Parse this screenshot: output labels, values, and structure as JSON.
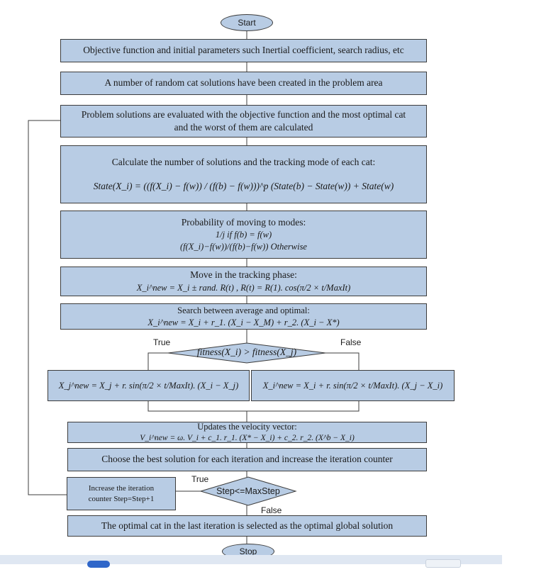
{
  "start": "Start",
  "stop": "Stop",
  "boxes": {
    "init": "Objective function and initial parameters such Inertial coefficient, search radius, etc",
    "random": "A number of random cat solutions have been created in the problem area",
    "evaluate_line1": "Problem solutions are evaluated with the objective function and the most optimal cat",
    "evaluate_line2": "and the worst of them are calculated",
    "calc_title": "Calculate the number of solutions and the tracking mode of each cat:",
    "calc_formula": "State(X_i) = ((f(X_i) − f(w)) / (f(b) − f(w)))^p (State(b) − State(w)) + State(w)",
    "prob_label": "Probability of moving to modes:",
    "prob_formula_case1": "1/j   if f(b) = f(w)",
    "prob_formula_case2": "(f(X_i)−f(w))/(f(b)−f(w))   Otherwise",
    "move_label": "Move in the tracking phase:",
    "move_formula": "X_i^new = X_i ± rand. R(t) , R(t) = R(1). cos(π/2 × t/MaxIt)",
    "search_label": "Search between average and optimal:",
    "search_formula": "X_i^new = X_i + r_1. (X_i − X_M) + r_2. (X_i − X*)",
    "left_update": "X_j^new = X_j + r. sin(π/2 × t/MaxIt). (X_i − X_j)",
    "right_update": "X_i^new = X_i + r. sin(π/2 × t/MaxIt). (X_j − X_i)",
    "velocity_label": "Updates the velocity vector:",
    "velocity_formula": "V_i^new = ω. V_i + c_1. r_1. (X* − X_i) + c_2. r_2. (X^b − X_i)",
    "choose": "Choose the best solution for each iteration and increase the iteration counter",
    "increase_line1": "Increase the iteration",
    "increase_line2": "counter  Step=Step+1",
    "optimal": "The optimal cat in the last iteration is selected as the optimal global solution"
  },
  "decisions": {
    "fitness": "fitness(X_i) > fitness(X_j)",
    "step": "Step<=MaxStep"
  },
  "labels": {
    "true1": "True",
    "false1": "False",
    "true2": "True",
    "false2": "False"
  }
}
